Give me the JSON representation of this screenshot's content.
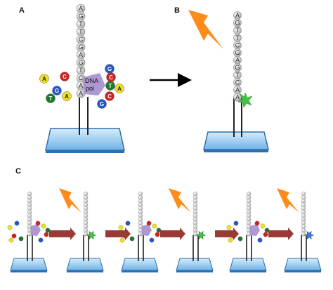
{
  "figure": {
    "panel_labels": {
      "a": "A",
      "b": "B",
      "c": "C"
    },
    "strand_sequence": [
      "A",
      "G",
      "T",
      "T",
      "C",
      "G",
      "A",
      "G",
      "T",
      "C",
      "A",
      "A"
    ],
    "polymerase_label": "DNA pol",
    "free_nucleotides": [
      {
        "letter": "A",
        "color": "#f0e020"
      },
      {
        "letter": "C",
        "color": "#d02020"
      },
      {
        "letter": "G",
        "color": "#2255d0"
      },
      {
        "letter": "T",
        "color": "#1a7a2a"
      },
      {
        "letter": "A",
        "color": "#f0e020"
      },
      {
        "letter": "G",
        "color": "#2255d0"
      },
      {
        "letter": "T",
        "color": "#1a7a2a"
      },
      {
        "letter": "C",
        "color": "#d02020"
      },
      {
        "letter": "C",
        "color": "#d02020"
      },
      {
        "letter": "A",
        "color": "#f0e020"
      },
      {
        "letter": "G",
        "color": "#2255d0"
      }
    ],
    "colors": {
      "surface_top": "#d6ecfb",
      "surface_bottom": "#6fb3e6",
      "surface_edge": "#2d6fb0",
      "strand_bead": "#c9c9c9",
      "polymerase": "#a58dcc",
      "flash": "#ff8c1a",
      "arrow_panel_c": "#9a3a34",
      "signal_green": "#3ec43e",
      "signal_blue": "#3b7be0"
    },
    "panel_c_signal_colors": [
      "#3ec43e",
      "#3ec43e",
      "#3b7be0"
    ]
  }
}
